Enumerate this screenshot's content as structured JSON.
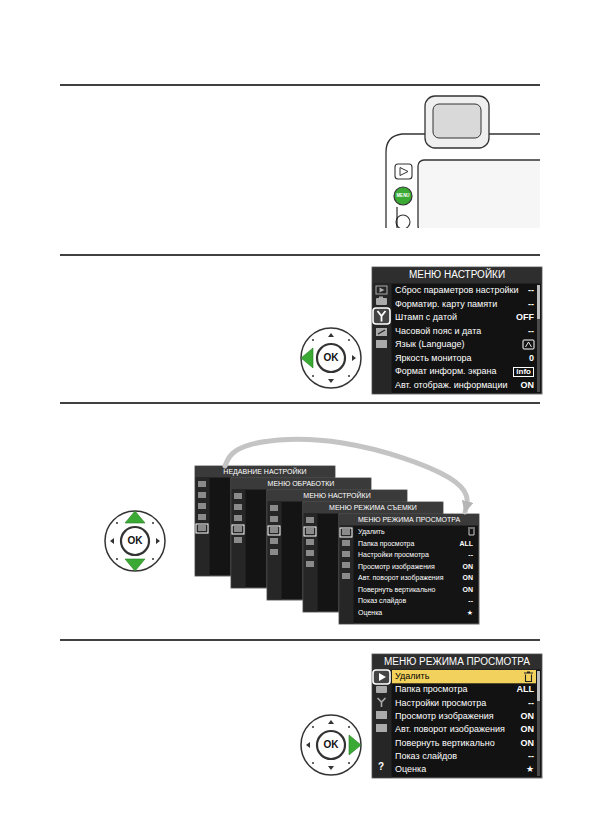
{
  "diagram": {
    "nodes": [
      {
        "text": [
          "МЕНЮ НАСТРОЙКИ",
          "Сброс параметров настройки",
          "--",
          "Форматир. карту памяти",
          "--",
          "Штамп с датой",
          "OFF",
          "Часовой пояс и дата",
          "--",
          "Язык (Language)",
          "Яркость монитора",
          "0",
          "Формат информ. экрана",
          "info",
          "Авт. отображ. информации",
          "ON"
        ]
      },
      {
        "text": [
          "НЕДАВНИЕ НАСТРОЙКИ"
        ]
      },
      {
        "text": [
          "МЕНЮ ОБРАБОТКИ"
        ]
      },
      {
        "text": [
          "МЕНЮ НАСТРОЙКИ"
        ]
      },
      {
        "text": [
          "МЕНЮ РЕЖИМА СЪЕМКИ"
        ]
      },
      {
        "text": [
          "МЕНЮ РЕЖИМА ПРОСМОТРА",
          "Удалить",
          "Папка просмотра",
          "ALL",
          "Настройки просмотра",
          "--",
          "Просмотр изображения",
          "ON",
          "Авт. поворот изображения",
          "ON",
          "Повернуть вертикально",
          "ON",
          "Показ слайдов",
          "--",
          "Оценка",
          "★"
        ]
      },
      {
        "text": [
          "МЕНЮ РЕЖИМА ПРОСМОТРА",
          "Удалить",
          "Папка просмотра",
          "ALL",
          "Настройки просмотра",
          "--",
          "Просмотр изображения",
          "ON",
          "Авт. поворот изображения",
          "ON",
          "Повернуть вертикально",
          "ON",
          "Показ слайдов",
          "--",
          "Оценка",
          "★",
          "?"
        ]
      }
    ],
    "edges": [
      {
        "from": 1,
        "to": 5,
        "arrow": "to"
      }
    ],
    "labels": [
      "MENU",
      "OK",
      "OK",
      "OK"
    ]
  }
}
